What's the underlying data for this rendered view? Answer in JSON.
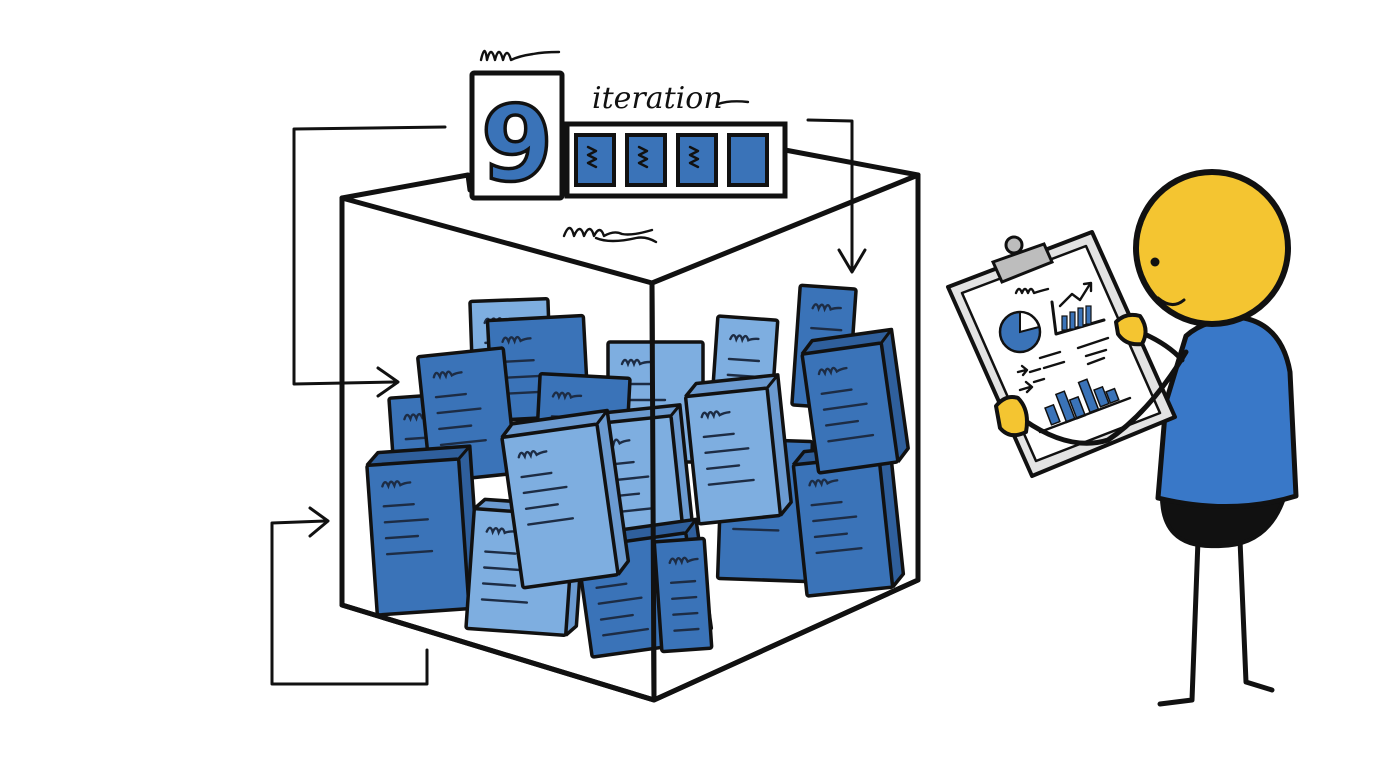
{
  "iteration_label": "iteration",
  "counter_value": "9",
  "progress_slots_filled": 3,
  "progress_slots_total": 4,
  "colors": {
    "ink": "#111111",
    "doc_dark": "#3a73b8",
    "doc_light": "#7eaee0",
    "person_head": "#f4c531",
    "person_shirt": "#3978c8",
    "clipboard": "#e3e3e3",
    "background": "#ffffff"
  },
  "icons": {
    "person": "stick-person-icon",
    "clipboard": "clipboard-report-icon",
    "loop_arrow": "loop-arrow-icon"
  }
}
